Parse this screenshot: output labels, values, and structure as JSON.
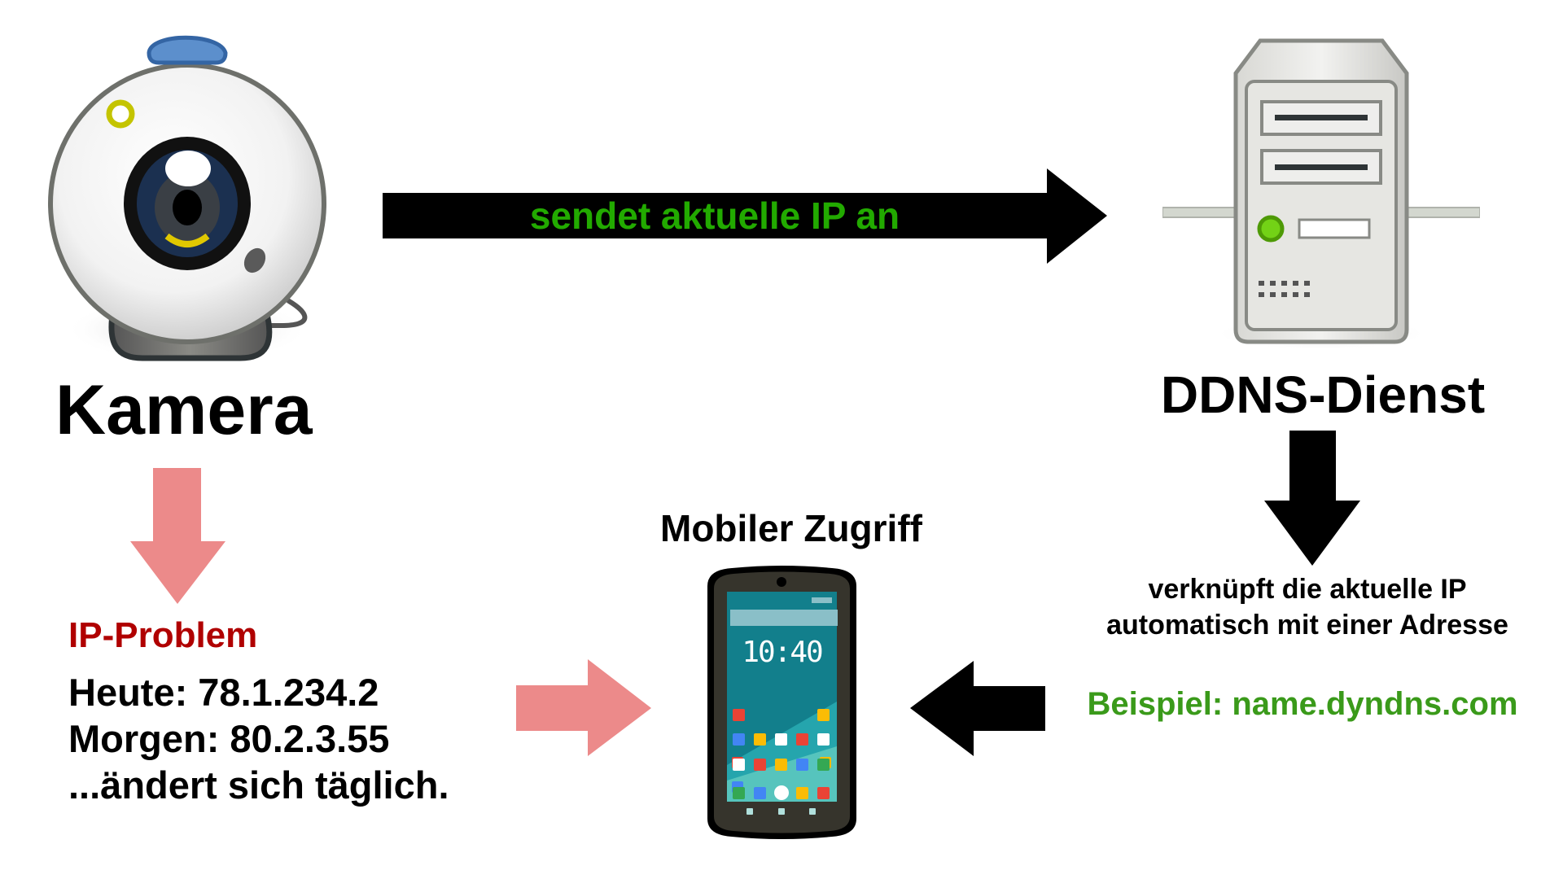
{
  "camera": {
    "label": "Kamera"
  },
  "send_arrow": {
    "label": "sendet aktuelle IP an"
  },
  "server": {
    "label": "DDNS-Dienst"
  },
  "ddns_description": {
    "line1": "verknüpft die aktuelle IP",
    "line2": "automatisch mit einer Adresse"
  },
  "example": {
    "label": "Beispiel: name.dyndns.com"
  },
  "ip_problem": {
    "title": "IP-Problem",
    "today": "Heute: 78.1.234.2",
    "tomorrow": "Morgen: 80.2.3.55",
    "note": "...ändert sich täglich."
  },
  "mobile": {
    "label": "Mobiler Zugriff",
    "clock": "10:40"
  },
  "colors": {
    "green_text": "#22aa00",
    "example_green": "#3a9a1a",
    "problem_red": "#b00000",
    "pink_arrow": "#ec8a8a",
    "black_arrow": "#000000"
  }
}
